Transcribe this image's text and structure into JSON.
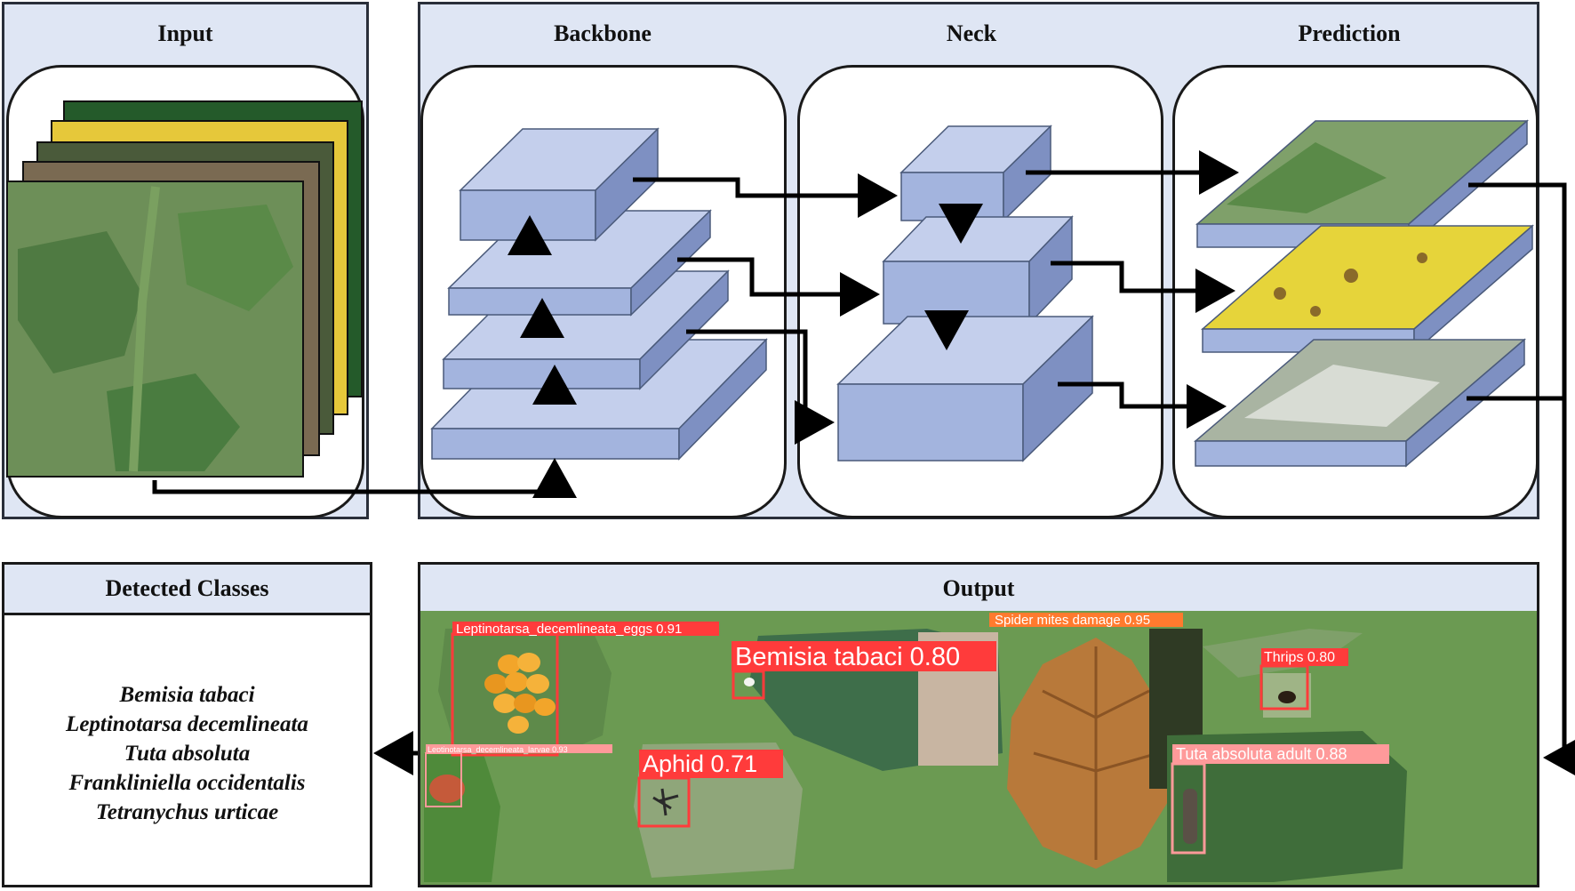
{
  "panels": {
    "input": "Input",
    "backbone": "Backbone",
    "neck": "Neck",
    "prediction": "Prediction",
    "detected_classes": "Detected Classes",
    "output": "Output"
  },
  "classes": [
    "Bemisia tabaci",
    "Leptinotarsa decemlineata",
    "Tuta absoluta",
    "Frankliniella occidentalis",
    "Tetranychus urticae"
  ],
  "detections": {
    "eggs": "Leptinotarsa_decemlineata_eggs 0.91",
    "larvae": "Leptinotarsa_decemlineata_larvae 0.93",
    "bemisia": "Bemisia tabaci 0.80",
    "spider": "Spider mites damage 0.95",
    "thrips": "Thrips 0.80",
    "aphid": "Aphid 0.71",
    "tuta": "Tuta absoluta adult 0.88"
  },
  "colors": {
    "panel_bg": "#dfe6f4",
    "block_front": "#a3b4de",
    "block_top": "#c4cfec",
    "block_side": "#7e90c2",
    "det_red": "#ff3b3b",
    "det_orange": "#ff7a2e",
    "det_pink": "#ff9a9a",
    "field_green": "#6b9a52"
  }
}
